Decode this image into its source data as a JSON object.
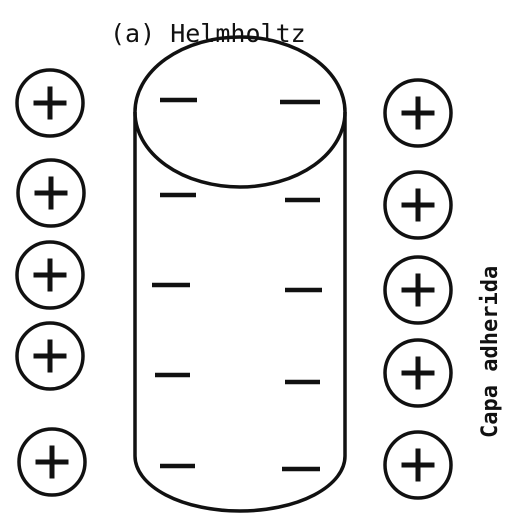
{
  "figure": {
    "title": "(a) Helmholtz",
    "side_label": "Capa adherida"
  },
  "diagram": {
    "left_column": {
      "charge": "+",
      "count": 5
    },
    "right_column": {
      "charge": "+",
      "count": 5
    },
    "cylinder": {
      "charge": "-",
      "rows": 5,
      "per_row": 2
    }
  }
}
